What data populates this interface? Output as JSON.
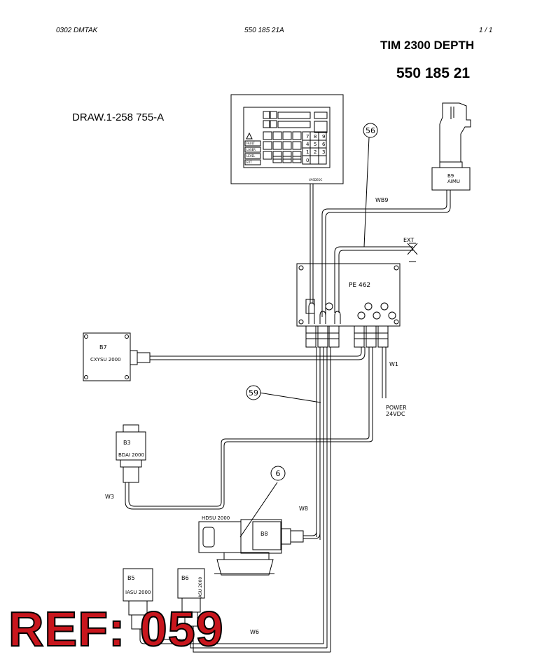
{
  "header": {
    "left": "0302  DMTAK",
    "center": "550 185 21A",
    "right": "1 / 1"
  },
  "title": "TIM 2300 DEPTH",
  "part_number": "550 185 21",
  "drawing_ref": "DRAW.1-258 755-A",
  "ref_badge": "REF: 059",
  "components": {
    "pe": "PE 462",
    "b9": {
      "id": "B9",
      "name": "AIMU"
    },
    "b7": {
      "id": "B7",
      "name": "CXYSU 2000"
    },
    "b3": {
      "id": "B3",
      "name": "BDAI 2000"
    },
    "b8": {
      "id": "B8",
      "name": "HDSU 2000"
    },
    "b5": {
      "id": "B5",
      "name": "IASU 2000"
    },
    "b6": {
      "id": "B6",
      "name": "IASU 2000"
    }
  },
  "wires": {
    "wb9": "WB9",
    "w1": "W1",
    "w3": "W3",
    "w8": "W8",
    "w6": "W6"
  },
  "labels": {
    "ext": "EXT",
    "power": "POWER",
    "voltage": "24VDC",
    "brand": "VASDEOC"
  },
  "callouts": [
    "56",
    "59",
    "6"
  ],
  "keypad": [
    "7",
    "8",
    "9",
    "4",
    "5",
    "6",
    "1",
    "2",
    "3",
    "0"
  ],
  "panel_keys": [
    "FAULT",
    "LASER",
    "LEVEL",
    "EXT"
  ]
}
